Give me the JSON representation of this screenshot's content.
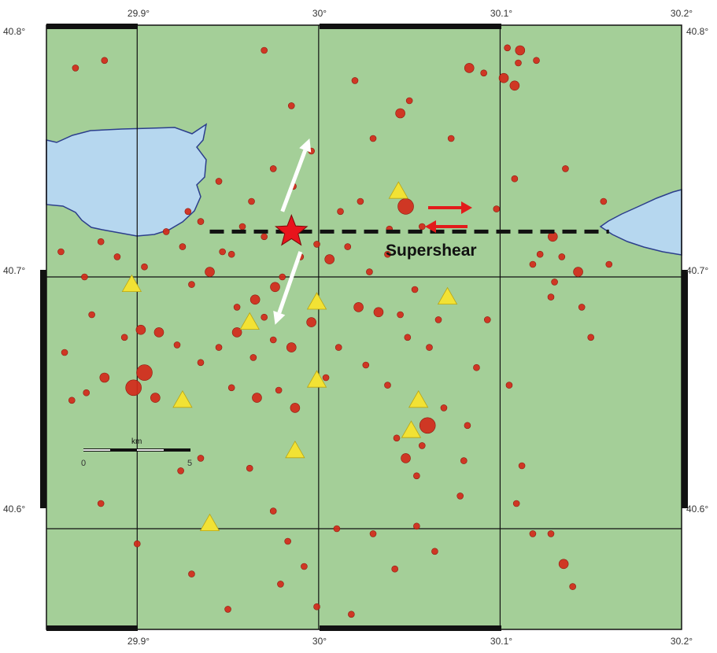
{
  "title": "",
  "axes": {
    "x_ticks": [
      "29.9°",
      "30°",
      "30.1°",
      "30.2°"
    ],
    "y_ticks": [
      "40.8°",
      "40.7°",
      "40.6°"
    ]
  },
  "annotation": {
    "supershear_label": "Supershear"
  },
  "scale_bar": {
    "unit_label": "km",
    "start_label": "0",
    "end_label": "5"
  },
  "colors": {
    "land": "#a4cf98",
    "water": "#b6d7ef",
    "coast": "#2c3e8c",
    "event": "#d22a1a",
    "event_edge": "#8e1b10",
    "station": "#f2e234",
    "epicenter": "#e8141c",
    "arrow_red": "#e21b1b",
    "arrow_white": "#ffffff",
    "fault_trace": "#111111",
    "frame": "#111111"
  },
  "map_data": {
    "extent": {
      "lon": [
        29.85,
        30.2
      ],
      "lat": [
        40.56,
        40.8
      ]
    },
    "epicenter": {
      "lon": 29.985,
      "lat": 40.718,
      "icon": "star-icon"
    },
    "fault_line": {
      "lon": [
        29.94,
        30.16
      ],
      "lat": 40.718
    },
    "rupture_arrows": [
      {
        "direction": "north-northeast",
        "from": [
          29.98,
          40.726
        ],
        "to": [
          29.995,
          40.755
        ]
      },
      {
        "direction": "south-southwest",
        "from": [
          29.99,
          40.71
        ],
        "to": [
          29.976,
          40.681
        ]
      }
    ],
    "slip_sense": "right-lateral",
    "stations": [
      [
        29.897,
        40.697
      ],
      [
        29.962,
        40.682
      ],
      [
        29.925,
        40.651
      ],
      [
        29.987,
        40.631
      ],
      [
        29.94,
        40.602
      ],
      [
        29.999,
        40.69
      ],
      [
        29.999,
        40.659
      ],
      [
        30.044,
        40.734
      ],
      [
        30.071,
        40.692
      ],
      [
        30.055,
        40.651
      ],
      [
        30.051,
        40.639
      ]
    ],
    "events": [
      [
        29.898,
        40.656,
        3
      ],
      [
        29.904,
        40.662,
        3
      ],
      [
        29.882,
        40.66,
        2
      ],
      [
        29.91,
        40.652,
        2
      ],
      [
        29.872,
        40.654,
        1
      ],
      [
        29.864,
        40.651,
        1
      ],
      [
        29.912,
        40.678,
        2
      ],
      [
        29.902,
        40.679,
        2
      ],
      [
        29.893,
        40.676,
        1
      ],
      [
        29.922,
        40.673,
        1
      ],
      [
        29.94,
        40.702,
        2
      ],
      [
        29.93,
        40.697,
        1
      ],
      [
        29.947,
        40.71,
        1
      ],
      [
        29.925,
        40.712,
        1
      ],
      [
        29.904,
        40.704,
        1
      ],
      [
        29.889,
        40.708,
        1
      ],
      [
        29.88,
        40.714,
        1
      ],
      [
        29.871,
        40.7,
        1
      ],
      [
        29.965,
        40.691,
        2
      ],
      [
        29.976,
        40.696,
        2
      ],
      [
        29.955,
        40.688,
        1
      ],
      [
        29.97,
        40.684,
        1
      ],
      [
        29.98,
        40.7,
        1
      ],
      [
        29.975,
        40.675,
        1
      ],
      [
        29.985,
        40.672,
        2
      ],
      [
        29.996,
        40.682,
        2
      ],
      [
        29.964,
        40.668,
        1
      ],
      [
        29.955,
        40.678,
        2
      ],
      [
        29.945,
        40.672,
        1
      ],
      [
        29.935,
        40.666,
        1
      ],
      [
        29.978,
        40.655,
        1
      ],
      [
        29.966,
        40.652,
        2
      ],
      [
        29.987,
        40.648,
        2
      ],
      [
        29.952,
        40.656,
        1
      ],
      [
        29.99,
        40.708,
        1
      ],
      [
        29.999,
        40.713,
        1
      ],
      [
        30.006,
        40.707,
        2
      ],
      [
        29.97,
        40.716,
        1
      ],
      [
        29.958,
        40.72,
        1
      ],
      [
        29.952,
        40.709,
        1
      ],
      [
        29.986,
        40.736,
        1
      ],
      [
        29.975,
        40.743,
        1
      ],
      [
        29.963,
        40.73,
        1
      ],
      [
        29.945,
        40.738,
        1
      ],
      [
        30.012,
        40.726,
        1
      ],
      [
        30.023,
        40.73,
        1
      ],
      [
        30.016,
        40.712,
        1
      ],
      [
        30.028,
        40.702,
        1
      ],
      [
        30.038,
        40.709,
        1
      ],
      [
        30.022,
        40.688,
        2
      ],
      [
        30.033,
        40.686,
        2
      ],
      [
        30.045,
        40.685,
        1
      ],
      [
        30.053,
        40.695,
        1
      ],
      [
        30.066,
        40.683,
        1
      ],
      [
        30.061,
        40.672,
        1
      ],
      [
        30.049,
        40.676,
        1
      ],
      [
        30.011,
        40.672,
        1
      ],
      [
        30.026,
        40.665,
        1
      ],
      [
        30.038,
        40.657,
        1
      ],
      [
        30.004,
        40.66,
        1
      ],
      [
        30.048,
        40.628,
        2
      ],
      [
        30.057,
        40.633,
        1
      ],
      [
        30.054,
        40.621,
        1
      ],
      [
        30.043,
        40.636,
        1
      ],
      [
        30.06,
        40.641,
        3
      ],
      [
        30.069,
        40.648,
        1
      ],
      [
        30.048,
        40.728,
        3
      ],
      [
        30.057,
        40.72,
        1
      ],
      [
        30.039,
        40.719,
        1
      ],
      [
        30.03,
        40.755,
        1
      ],
      [
        30.045,
        40.765,
        2
      ],
      [
        30.05,
        40.77,
        1
      ],
      [
        30.02,
        40.778,
        1
      ],
      [
        30.083,
        40.783,
        2
      ],
      [
        30.091,
        40.781,
        1
      ],
      [
        30.102,
        40.779,
        2
      ],
      [
        30.108,
        40.776,
        2
      ],
      [
        30.11,
        40.785,
        1
      ],
      [
        30.111,
        40.79,
        2
      ],
      [
        30.12,
        40.786,
        1
      ],
      [
        30.104,
        40.791,
        1
      ],
      [
        30.136,
        40.743,
        1
      ],
      [
        30.129,
        40.716,
        2
      ],
      [
        30.122,
        40.709,
        1
      ],
      [
        30.118,
        40.705,
        1
      ],
      [
        30.134,
        40.708,
        1
      ],
      [
        30.143,
        40.702,
        2
      ],
      [
        30.13,
        40.698,
        1
      ],
      [
        30.145,
        40.688,
        1
      ],
      [
        30.128,
        40.692,
        1
      ],
      [
        30.093,
        40.683,
        1
      ],
      [
        30.087,
        40.664,
        1
      ],
      [
        30.082,
        40.641,
        1
      ],
      [
        30.08,
        40.627,
        1
      ],
      [
        30.078,
        40.613,
        1
      ],
      [
        30.109,
        40.61,
        1
      ],
      [
        30.118,
        40.598,
        1
      ],
      [
        30.135,
        40.586,
        2
      ],
      [
        30.14,
        40.577,
        1
      ],
      [
        29.935,
        40.628,
        1
      ],
      [
        29.924,
        40.623,
        1
      ],
      [
        29.962,
        40.624,
        1
      ],
      [
        29.975,
        40.607,
        1
      ],
      [
        29.983,
        40.595,
        1
      ],
      [
        29.992,
        40.585,
        1
      ],
      [
        29.979,
        40.578,
        1
      ],
      [
        29.999,
        40.569,
        1
      ],
      [
        30.01,
        40.6,
        1
      ],
      [
        30.03,
        40.598,
        1
      ],
      [
        30.054,
        40.601,
        1
      ],
      [
        30.064,
        40.591,
        1
      ],
      [
        30.042,
        40.584,
        1
      ],
      [
        30.018,
        40.566,
        1
      ],
      [
        29.95,
        40.568,
        1
      ],
      [
        29.86,
        40.67,
        1
      ],
      [
        29.875,
        40.685,
        1
      ],
      [
        29.858,
        40.71,
        1
      ],
      [
        29.916,
        40.718,
        1
      ],
      [
        29.928,
        40.726,
        1
      ],
      [
        29.935,
        40.722,
        1
      ],
      [
        29.97,
        40.79,
        1
      ],
      [
        29.985,
        40.768,
        1
      ],
      [
        29.996,
        40.75,
        1
      ],
      [
        29.866,
        40.783,
        1
      ],
      [
        29.882,
        40.786,
        1
      ],
      [
        29.88,
        40.61,
        1
      ],
      [
        29.9,
        40.594,
        1
      ],
      [
        29.93,
        40.582,
        1
      ],
      [
        30.073,
        40.755,
        1
      ],
      [
        30.098,
        40.727,
        1
      ],
      [
        30.108,
        40.739,
        1
      ],
      [
        30.157,
        40.73,
        1
      ],
      [
        30.16,
        40.705,
        1
      ],
      [
        30.15,
        40.676,
        1
      ],
      [
        30.105,
        40.657,
        1
      ],
      [
        30.112,
        40.625,
        1
      ],
      [
        30.128,
        40.598,
        1
      ]
    ]
  }
}
